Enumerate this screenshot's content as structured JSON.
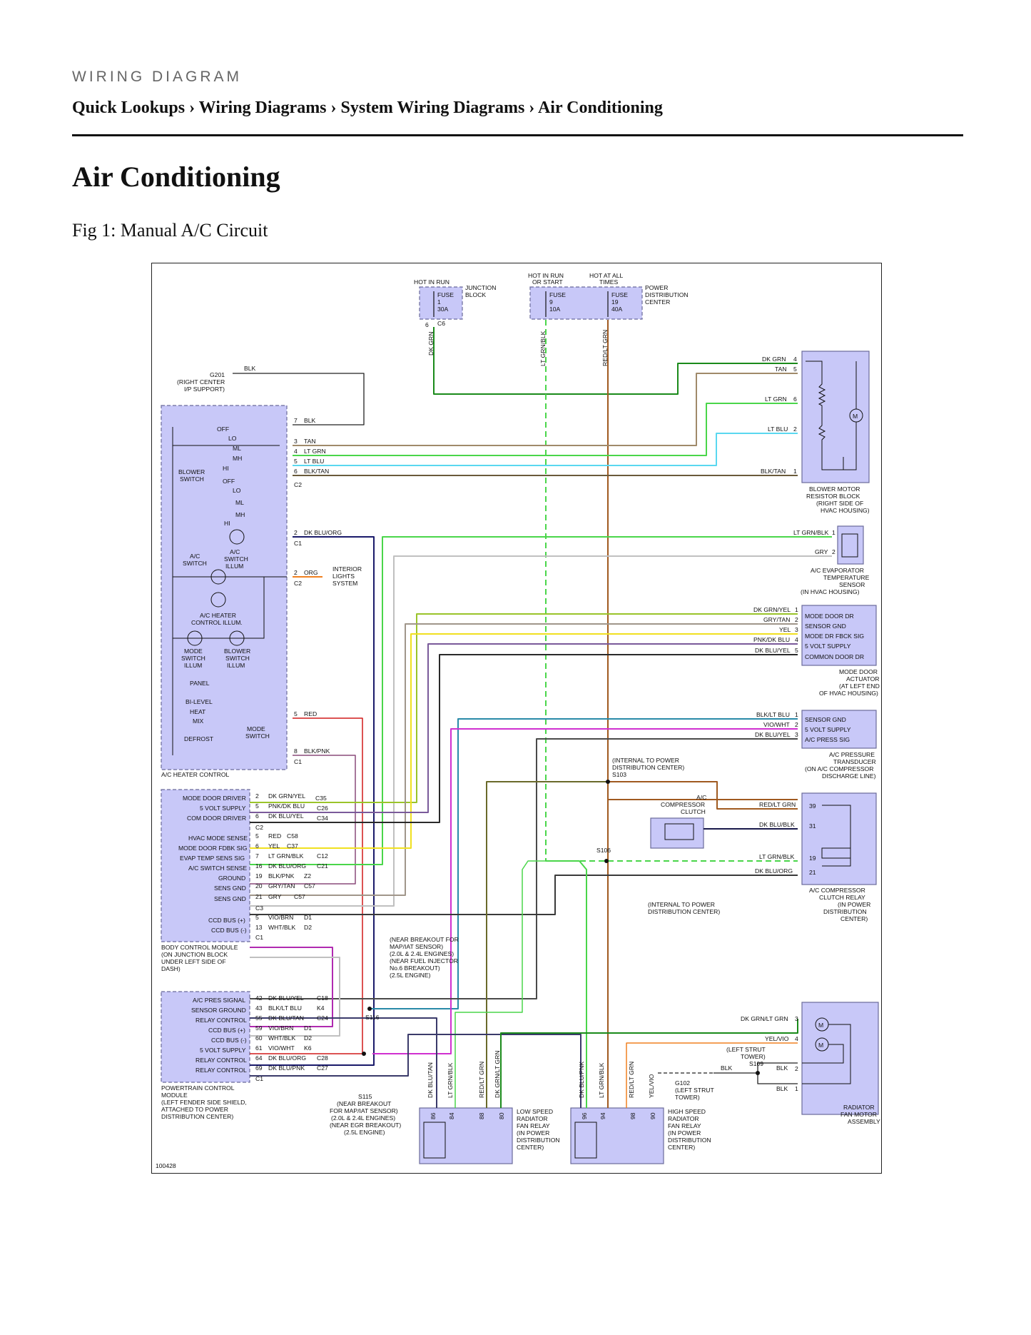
{
  "header": {
    "kicker": "WIRING DIAGRAM",
    "breadcrumb": "Quick Lookups › Wiring Diagrams › System Wiring Diagrams › Air Conditioning",
    "page_title": "Air Conditioning",
    "figure_caption": "Fig 1: Manual A/C Circuit"
  },
  "diagram": {
    "figure_id": "100428",
    "colors": {
      "module_fill": "#c8c8f8",
      "module_border": "#6a6a9a",
      "dk_grn": "#1a8a1a",
      "lt_grn": "#4ad64a",
      "tan": "#a08a6a",
      "lt_blu": "#5ad8f0",
      "blk_tan": "#6a5a3a",
      "dk_blu": "#1a1a6a",
      "gry": "#b0b0b0",
      "yel": "#f0e020",
      "red": "#d01a1a",
      "vio": "#d030d0",
      "orange": "#f08020"
    },
    "top": {
      "hot_in_run": "HOT IN RUN",
      "hot_run_start_1": "HOT IN RUN",
      "hot_run_start_2": "OR START",
      "hot_all_1": "HOT AT ALL",
      "hot_all_2": "TIMES",
      "jb_1": "JUNCTION",
      "jb_2": "BLOCK",
      "pdc_1": "POWER",
      "pdc_2": "DISTRIBUTION",
      "pdc_3": "CENTER",
      "fuse": "FUSE",
      "fuse1_num": "1",
      "fuse1_amp": "30A",
      "fuse9_num": "9",
      "fuse9_amp": "10A",
      "fuse19_num": "19",
      "fuse19_amp": "40A",
      "pin6": "6",
      "c6": "C6",
      "w_dk_grn": "DK GRN",
      "w_lt_grn_blk": "LT GRN/BLK",
      "w_red_lt_grn": "RED/LT GRN"
    },
    "g201": {
      "name": "G201",
      "loc_1": "(RIGHT CENTER",
      "loc_2": "I/P SUPPORT)",
      "wire": "BLK"
    },
    "heater_control": {
      "title": "A/C HEATER CONTROL",
      "blower_switch_1": "BLOWER",
      "blower_switch_2": "SWITCH",
      "off": "OFF",
      "lo": "LO",
      "ml": "ML",
      "mh": "MH",
      "hi": "HI",
      "ac_switch_1": "A/C",
      "ac_switch_2": "SWITCH",
      "ac_switch_illum_1": "A/C",
      "ac_switch_illum_2": "SWITCH",
      "ac_switch_illum_3": "ILLUM",
      "heater_illum_1": "A/C HEATER",
      "heater_illum_2": "CONTROL ILLUM.",
      "mode_illum_1": "MODE",
      "mode_illum_2": "SWITCH",
      "mode_illum_3": "ILLUM",
      "blower_illum_1": "BLOWER",
      "blower_illum_2": "SWITCH",
      "blower_illum_3": "ILLUM",
      "panel": "PANEL",
      "bilevel": "BI-LEVEL",
      "heat": "HEAT",
      "mix": "MIX",
      "defrost": "DEFROST",
      "mode_switch_1": "MODE",
      "mode_switch_2": "SWITCH",
      "pins": [
        {
          "pin": "7",
          "wire": "BLK"
        },
        {
          "pin": "3",
          "wire": "TAN"
        },
        {
          "pin": "4",
          "wire": "LT GRN"
        },
        {
          "pin": "5",
          "wire": "LT BLU"
        },
        {
          "pin": "6",
          "wire": "BLK/TAN"
        },
        {
          "pin": "2",
          "wire": "DK BLU/ORG"
        },
        {
          "pin": "2",
          "wire": "ORG"
        },
        {
          "pin": "5",
          "wire": "RED"
        },
        {
          "pin": "8",
          "wire": "BLK/PNK"
        }
      ],
      "conn_c2": "C2",
      "conn_c1": "C1",
      "interior_1": "INTERIOR",
      "interior_2": "LIGHTS",
      "interior_3": "SYSTEM"
    },
    "blower_motor": {
      "motor": "M",
      "label_1": "BLOWER MOTOR",
      "label_2": "RESISTOR BLOCK",
      "label_3": "(RIGHT SIDE OF",
      "label_4": "HVAC HOUSING)",
      "pins": [
        {
          "pin": "4",
          "wire": "DK GRN"
        },
        {
          "pin": "5",
          "wire": "TAN"
        },
        {
          "pin": "6",
          "wire": "LT GRN"
        },
        {
          "pin": "2",
          "wire": "LT BLU"
        },
        {
          "pin": "1",
          "wire": "BLK/TAN"
        }
      ]
    },
    "evap_sensor": {
      "label_1": "A/C EVAPORATOR",
      "label_2": "TEMPERATURE",
      "label_3": "SENSOR",
      "label_4": "(IN HVAC HOUSING)",
      "pins": [
        {
          "pin": "1",
          "wire": "LT GRN/BLK"
        },
        {
          "pin": "2",
          "wire": "GRY"
        }
      ]
    },
    "mode_door": {
      "label_1": "MODE DOOR",
      "label_2": "ACTUATOR",
      "label_3": "(AT LEFT END",
      "label_4": "OF HVAC HOUSING)",
      "pins": [
        {
          "pin": "1",
          "wire": "DK GRN/YEL",
          "func": "MODE DOOR DR"
        },
        {
          "pin": "2",
          "wire": "GRY/TAN",
          "func": "SENSOR GND"
        },
        {
          "pin": "3",
          "wire": "YEL",
          "func": "MODE DR FBCK SIG"
        },
        {
          "pin": "4",
          "wire": "PNK/DK BLU",
          "func": "5 VOLT SUPPLY"
        },
        {
          "pin": "5",
          "wire": "DK BLU/YEL",
          "func": "COMMON DOOR DR"
        }
      ]
    },
    "pressure_transducer": {
      "label_1": "A/C PRESSURE",
      "label_2": "TRANSDUCER",
      "label_3": "(ON A/C COMPRESSOR",
      "label_4": "DISCHARGE LINE)",
      "pins": [
        {
          "pin": "1",
          "wire": "BLK/LT BLU",
          "func": "SENSOR GND"
        },
        {
          "pin": "2",
          "wire": "VIO/WHT",
          "func": "5 VOLT SUPPLY"
        },
        {
          "pin": "3",
          "wire": "DK BLU/YEL",
          "func": "A/C PRESS SIG"
        }
      ]
    },
    "s103": {
      "label_1": "(INTERNAL TO POWER",
      "label_2": "DISTRIBUTION CENTER)",
      "name": "S103"
    },
    "compressor_clutch": {
      "label_1": "A/C",
      "label_2": "COMPRESSOR",
      "label_3": "CLUTCH"
    },
    "clutch_relay": {
      "label_1": "A/C COMPRESSOR",
      "label_2": "CLUTCH RELAY",
      "label_3": "(IN POWER",
      "label_4": "DISTRIBUTION",
      "label_5": "CENTER)",
      "pins": [
        {
          "pin": "39",
          "wire": "RED/LT GRN"
        },
        {
          "pin": "31",
          "wire": "DK BLU/BLK"
        },
        {
          "pin": "19",
          "wire": "LT GRN/BLK"
        },
        {
          "pin": "21",
          "wire": "DK BLU/ORG"
        }
      ]
    },
    "s106": {
      "name": "S106",
      "label_1": "(INTERNAL TO POWER",
      "label_2": "DISTRIBUTION CENTER)"
    },
    "bcm": {
      "label_1": "BODY CONTROL MODULE",
      "label_2": "(ON JUNCTION BLOCK",
      "label_3": "UNDER LEFT SIDE OF",
      "label_4": "DASH)",
      "rows_c2": [
        {
          "func": "MODE DOOR DRIVER",
          "pin": "2",
          "wire": "DK GRN/YEL",
          "conn": "C35"
        },
        {
          "func": "5 VOLT SUPPLY",
          "pin": "5",
          "wire": "PNK/DK BLU",
          "conn": "C26"
        },
        {
          "func": "COM DOOR DRIVER",
          "pin": "6",
          "wire": "DK BLU/YEL",
          "conn": "C34"
        }
      ],
      "rows_c3": [
        {
          "func": "HVAC MODE SENSE",
          "pin": "5",
          "wire": "RED",
          "conn": "C58"
        },
        {
          "func": "MODE DOOR FDBK SIG",
          "pin": "6",
          "wire": "YEL",
          "conn": "C37"
        },
        {
          "func": "EVAP TEMP SENS SIG",
          "pin": "7",
          "wire": "LT GRN/BLK",
          "conn": "C12"
        },
        {
          "func": "A/C SWITCH SENSE",
          "pin": "16",
          "wire": "DK BLU/ORG",
          "conn": "C21"
        },
        {
          "func": "GROUND",
          "pin": "19",
          "wire": "BLK/PNK",
          "conn": "Z2"
        },
        {
          "func": "SENS GND",
          "pin": "20",
          "wire": "GRY/TAN",
          "conn": "C57"
        },
        {
          "func": "SENS GND",
          "pin": "21",
          "wire": "GRY",
          "conn": "C57"
        }
      ],
      "rows_c1": [
        {
          "func": "CCD BUS (+)",
          "pin": "5",
          "wire": "VIO/BRN",
          "conn": "D1"
        },
        {
          "func": "CCD BUS (-)",
          "pin": "13",
          "wire": "WHT/BLK",
          "conn": "D2"
        }
      ],
      "conn_c2": "C2",
      "conn_c3": "C3",
      "conn_c1": "C1"
    },
    "s116": {
      "label_1": "(NEAR BREAKOUT FOR",
      "label_2": "MAP/IAT SENSOR)",
      "label_3": "(2.0L & 2.4L ENGINES)",
      "label_4": "(NEAR FUEL INJECTOR",
      "label_5": "No.6 BREAKOUT)",
      "label_6": "(2.5L ENGINE)",
      "name": "S116"
    },
    "pcm": {
      "label_1": "POWERTRAIN CONTROL",
      "label_2": "MODULE",
      "label_3": "(LEFT FENDER SIDE SHIELD,",
      "label_4": "ATTACHED TO POWER",
      "label_5": "DISTRIBUTION CENTER)",
      "rows": [
        {
          "func": "A/C PRES SIGNAL",
          "pin": "42",
          "wire": "DK BLU/YEL",
          "conn": "C18"
        },
        {
          "func": "SENSOR GROUND",
          "pin": "43",
          "wire": "BLK/LT BLU",
          "conn": "K4"
        },
        {
          "func": "RELAY CONTROL",
          "pin": "55",
          "wire": "DK BLU/TAN",
          "conn": "C24"
        },
        {
          "func": "CCD BUS (+)",
          "pin": "59",
          "wire": "VIO/BRN",
          "conn": "D1"
        },
        {
          "func": "CCD BUS (-)",
          "pin": "60",
          "wire": "WHT/BLK",
          "conn": "D2"
        },
        {
          "func": "5 VOLT SUPPLY",
          "pin": "61",
          "wire": "VIO/WHT",
          "conn": "K6"
        },
        {
          "func": "RELAY CONTROL",
          "pin": "64",
          "wire": "DK BLU/ORG",
          "conn": "C28"
        },
        {
          "func": "RELAY CONTROL",
          "pin": "69",
          "wire": "DK BLU/PNK",
          "conn": "C27"
        }
      ],
      "conn_c1": "C1"
    },
    "s115": {
      "name": "S115",
      "label_1": "(NEAR BREAKOUT",
      "label_2": "FOR MAP/IAT SENSOR)",
      "label_3": "(2.0L & 2.4L ENGINES)",
      "label_4": "(NEAR EGR BREAKOUT)",
      "label_5": "(2.5L ENGINE)"
    },
    "low_relay": {
      "label_1": "LOW SPEED",
      "label_2": "RADIATOR",
      "label_3": "FAN RELAY",
      "label_4": "(IN POWER",
      "label_5": "DISTRIBUTION",
      "label_6": "CENTER)",
      "pins": [
        {
          "pin": "86",
          "wire": "DK BLU/TAN"
        },
        {
          "pin": "84",
          "wire": "LT GRN/BLK"
        },
        {
          "pin": "88",
          "wire": "RED/LT GRN"
        },
        {
          "pin": "80",
          "wire": "DK GRN/LT GRN"
        }
      ]
    },
    "high_relay": {
      "label_1": "HIGH SPEED",
      "label_2": "RADIATOR",
      "label_3": "FAN RELAY",
      "label_4": "(IN POWER",
      "label_5": "DISTRIBUTION",
      "label_6": "CENTER)",
      "pins": [
        {
          "pin": "96",
          "wire": "DK BLU/PNK"
        },
        {
          "pin": "94",
          "wire": "LT GRN/BLK"
        },
        {
          "pin": "98",
          "wire": "RED/LT GRN"
        },
        {
          "pin": "90",
          "wire": "YEL/VIO"
        }
      ]
    },
    "g102": {
      "name": "G102",
      "label_1": "(LEFT STRUT",
      "label_2": "TOWER)",
      "wire": "BLK"
    },
    "s109": {
      "label_1": "(LEFT STRUT",
      "label_2": "TOWER)",
      "name": "S109",
      "wire_left": "BLK",
      "wire_2": "BLK",
      "wire_1": "BLK"
    },
    "rad_fan": {
      "label_1": "RADIATOR",
      "label_2": "FAN MOTOR",
      "label_3": "ASSEMBLY",
      "motor": "M",
      "pins": [
        {
          "pin": "3",
          "wire": "DK GRN/LT GRN"
        },
        {
          "pin": "4",
          "wire": "YEL/VIO"
        },
        {
          "pin": "2",
          "wire": "BLK"
        },
        {
          "pin": "1",
          "wire": "BLK"
        }
      ]
    }
  }
}
